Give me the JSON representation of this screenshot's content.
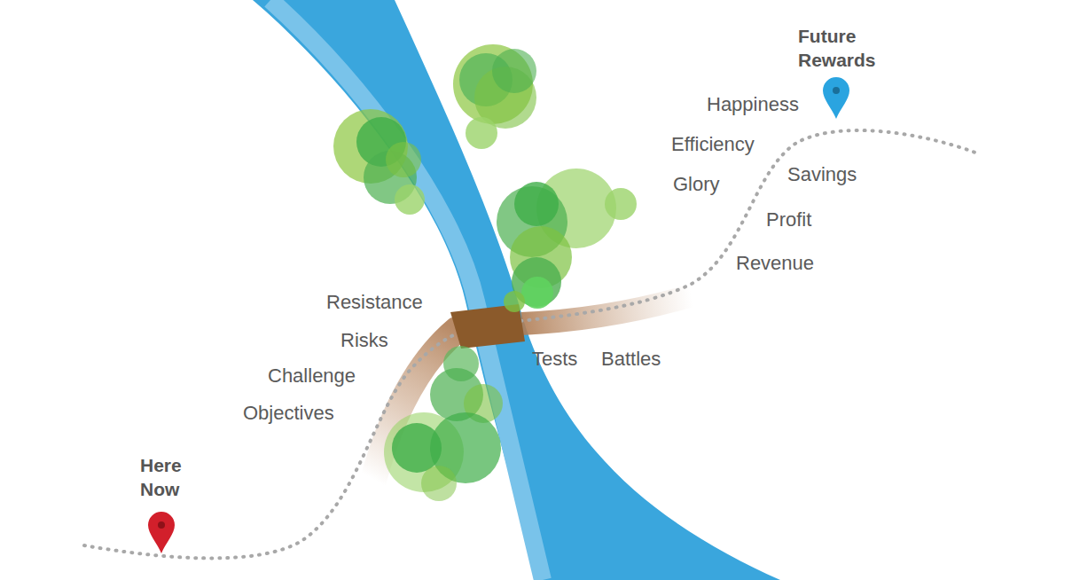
{
  "diagram": {
    "labels": [
      "Future Rewards",
      "Happiness",
      "Efficiency",
      "Glory",
      "Savings",
      "Profit",
      "Revenue",
      "Resistance",
      "Risks",
      "Challenge",
      "Tests",
      "Battles",
      "Objectives",
      "Here Now"
    ]
  }
}
